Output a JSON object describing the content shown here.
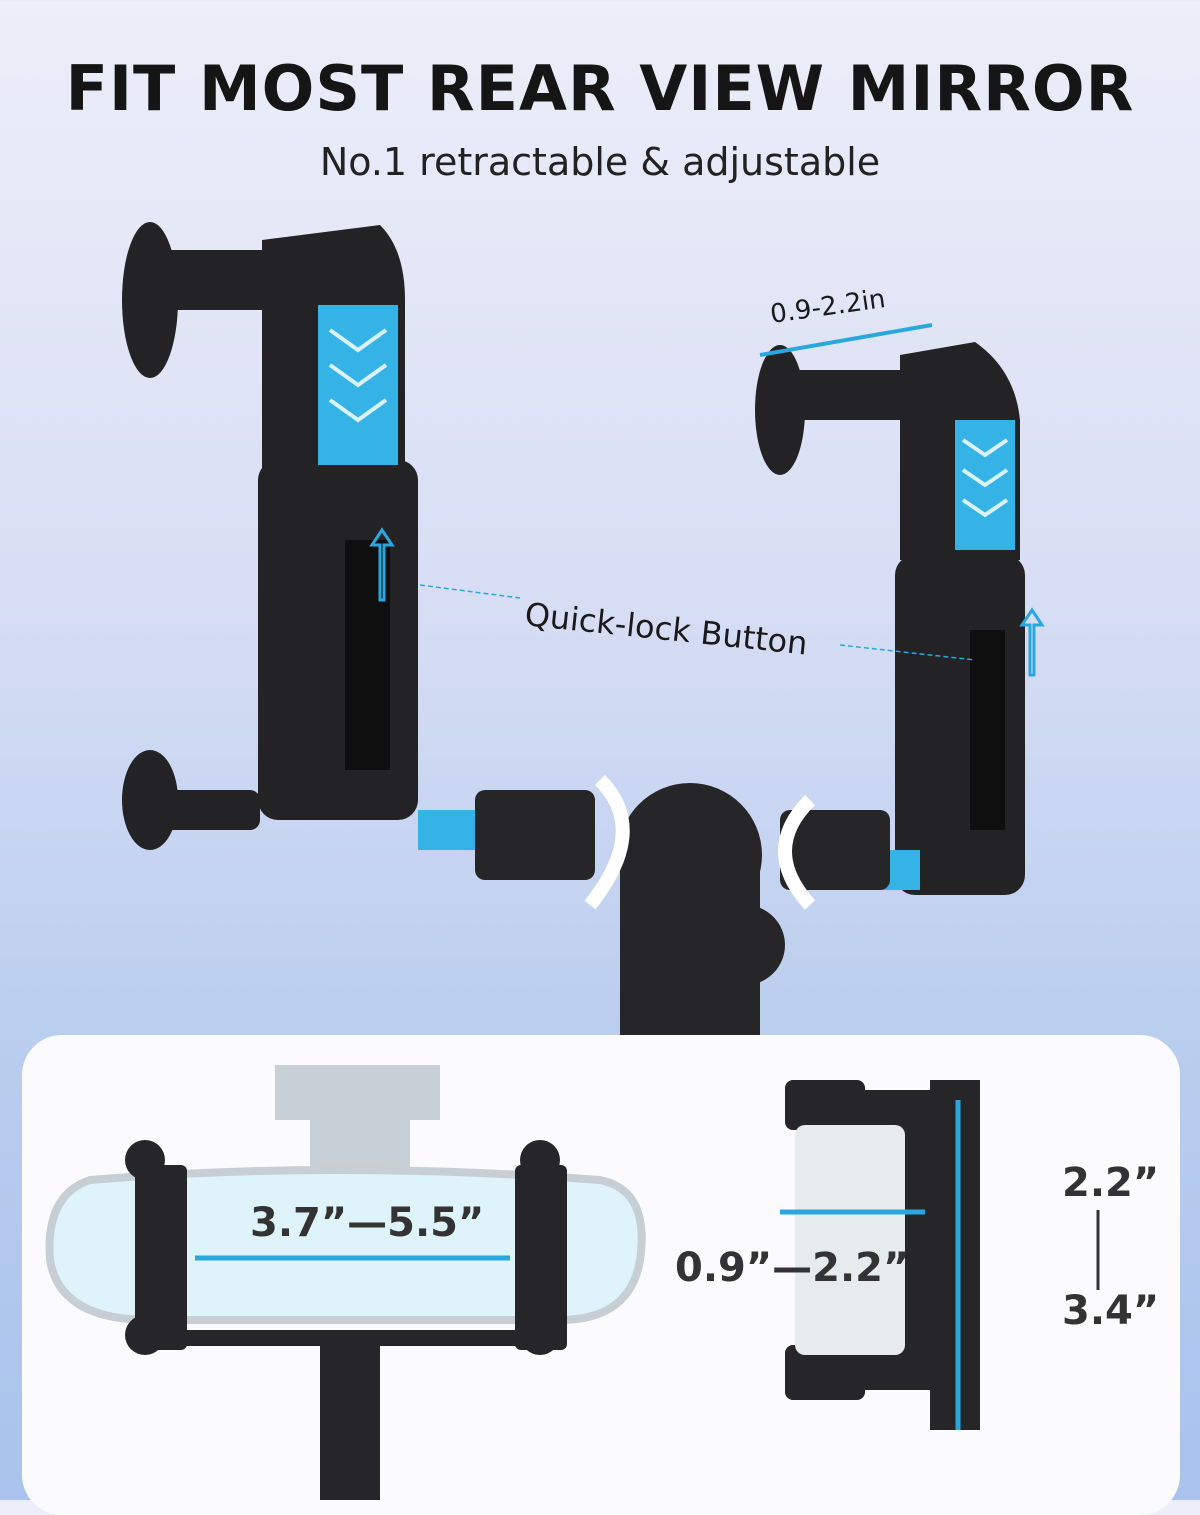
{
  "header": {
    "title": "FIT MOST REAR VIEW MIRROR",
    "subtitle": "No.1 retractable & adjustable"
  },
  "callouts": {
    "clamp_range": "0.9-2.2in",
    "quick_lock": "Quick-lock Button"
  },
  "dimensions": {
    "mirror_width": "3.7”—5.5”",
    "depth": "0.9”—2.2”",
    "height_min": "2.2”",
    "height_max": "3.4”"
  },
  "colors": {
    "accent": "#2aa8de",
    "product": "#1f1f22",
    "panel": "#fbfbfd"
  }
}
